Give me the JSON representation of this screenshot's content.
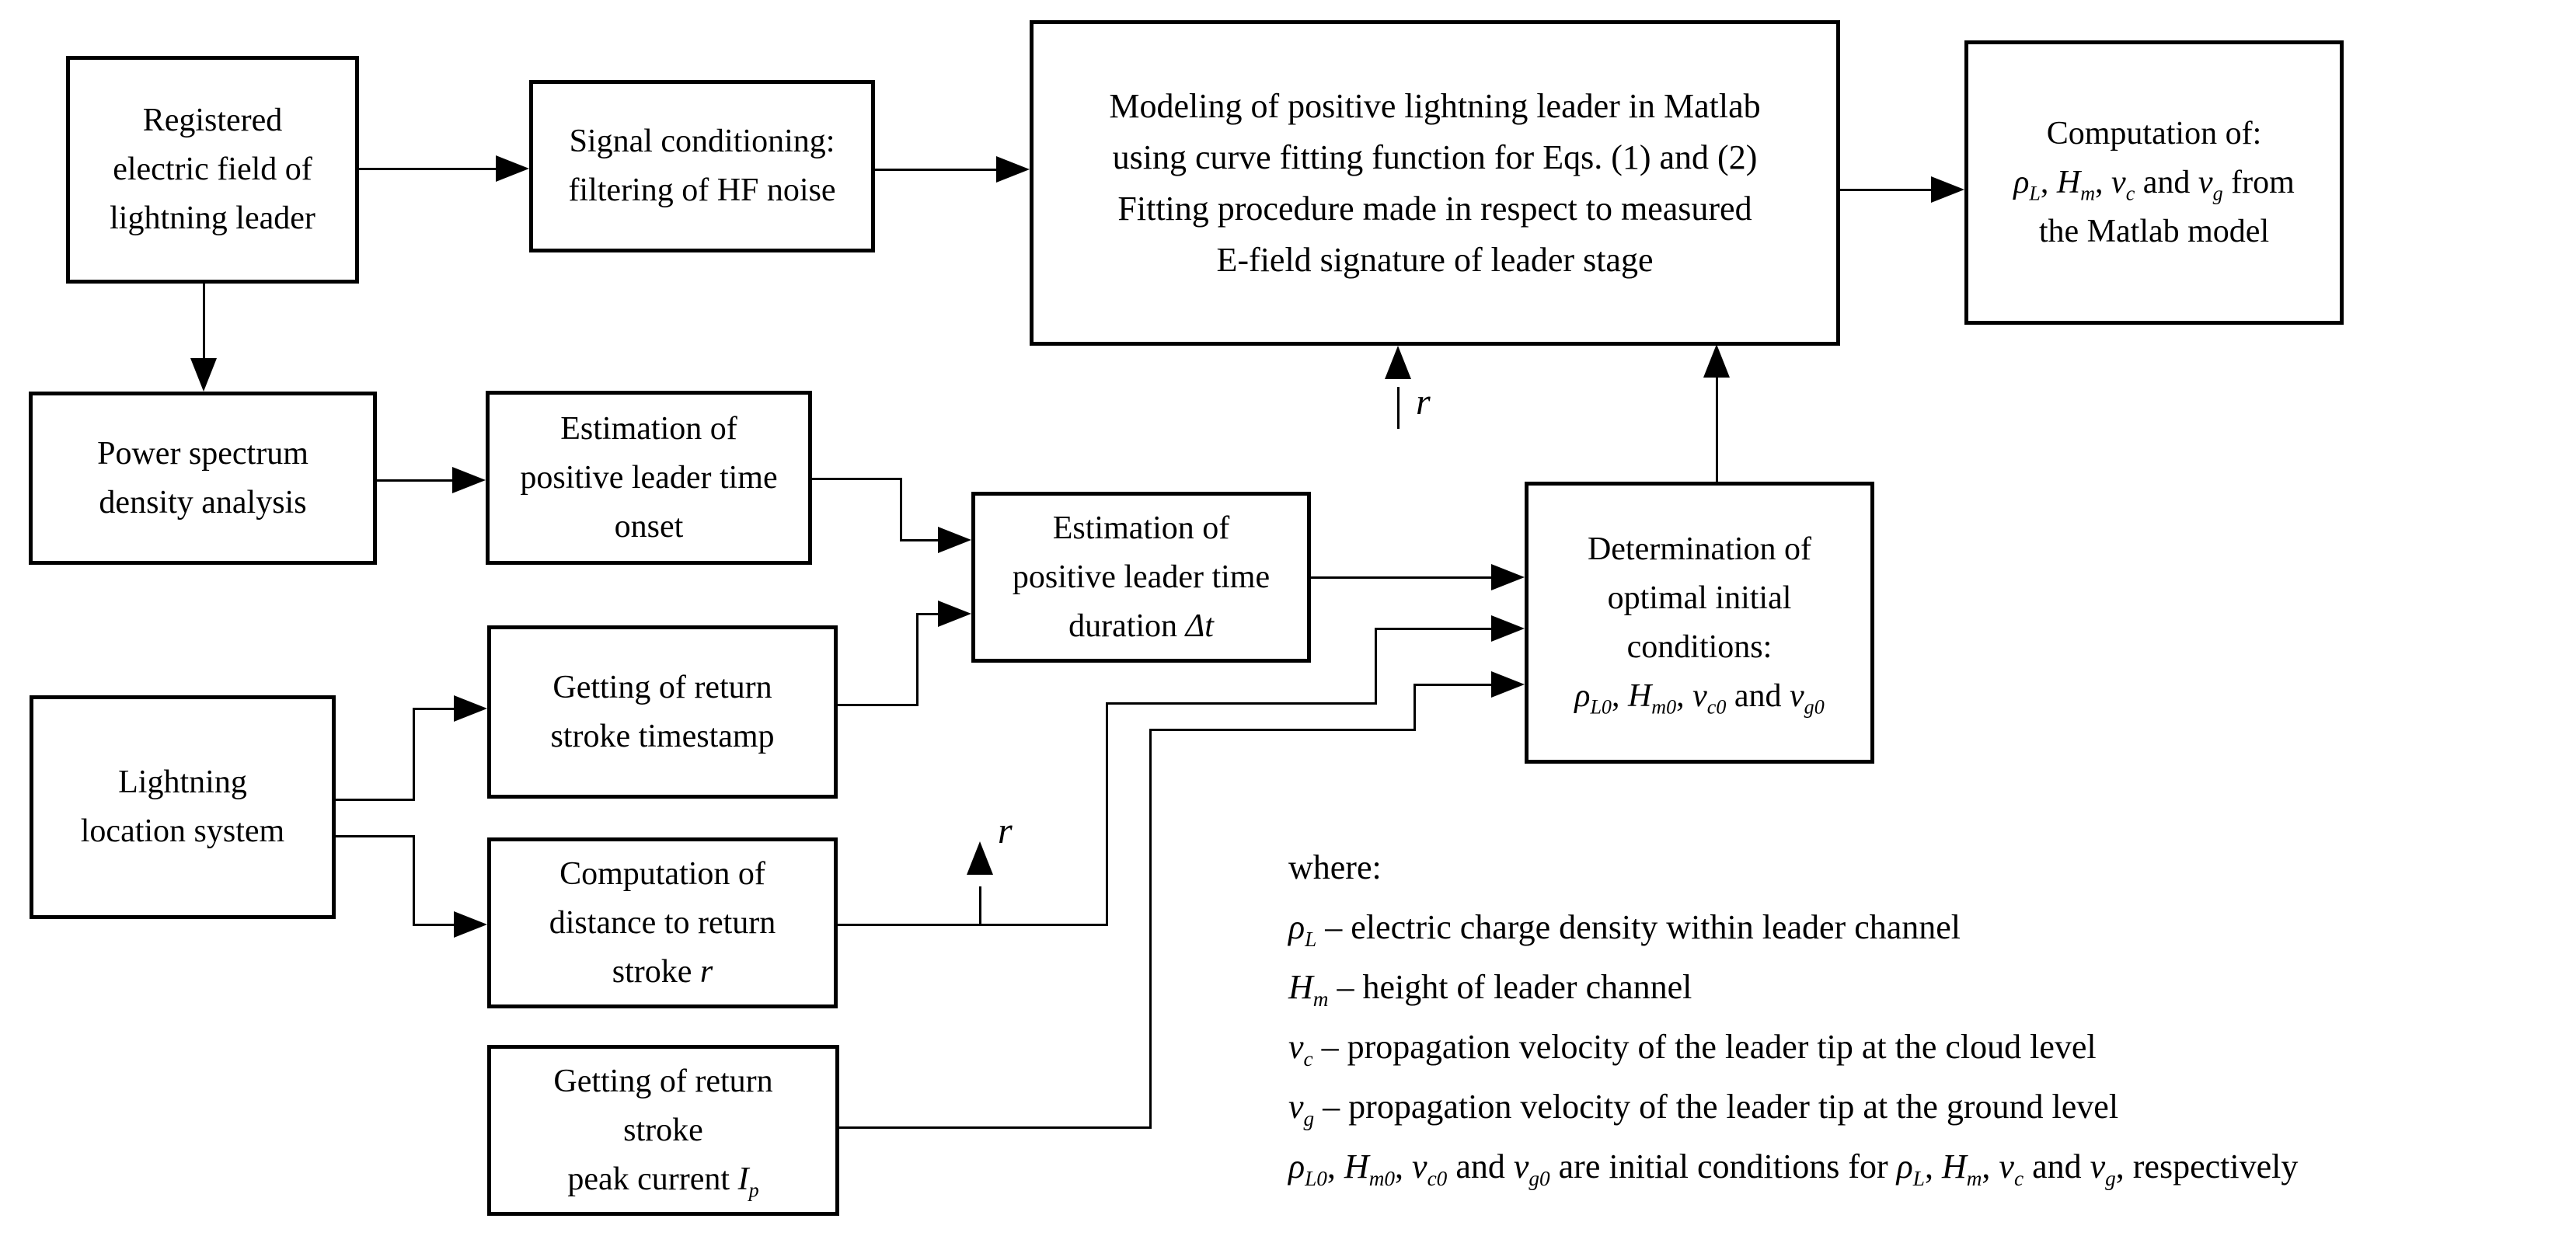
{
  "figure": {
    "background": "#ffffff",
    "line_color": "#000000",
    "description": "Flowchart of positive lightning leader modeling procedure"
  },
  "boxes": {
    "registered": {
      "lines": [
        "Registered",
        "electric field of",
        "lightning leader"
      ]
    },
    "signal": {
      "lines": [
        "Signal conditioning:",
        "filtering of HF noise"
      ]
    },
    "modeling": {
      "lines": [
        "Modeling of positive lightning leader in Matlab",
        "using curve fitting function for Eqs. (1) and (2)",
        "Fitting procedure made in respect to measured",
        "E-field signature of leader stage"
      ]
    },
    "computation": {
      "lines": [
        "Computation of:",
        [
          {
            "i": "ρ"
          },
          {
            "s": "L"
          },
          {
            "n": ", "
          },
          {
            "i": "H"
          },
          {
            "s": "m"
          },
          {
            "n": ", "
          },
          {
            "i": "v"
          },
          {
            "s": "c"
          },
          {
            "n": " and "
          },
          {
            "i": "v"
          },
          {
            "s": "g"
          },
          {
            "n": " from"
          }
        ],
        "the Matlab model"
      ]
    },
    "psd": {
      "lines": [
        "Power spectrum",
        "density analysis"
      ]
    },
    "onset": {
      "lines": [
        "Estimation of",
        "positive leader time",
        "onset"
      ]
    },
    "duration": {
      "lines": [
        "Estimation of",
        "positive leader time",
        [
          {
            "n": "duration "
          },
          {
            "i": "Δt"
          }
        ]
      ]
    },
    "determination": {
      "lines": [
        "Determination of",
        "optimal initial",
        "conditions:",
        [
          {
            "i": "ρ"
          },
          {
            "s": "L0"
          },
          {
            "n": ", "
          },
          {
            "i": "H"
          },
          {
            "s": "m0"
          },
          {
            "n": ", "
          },
          {
            "i": "v"
          },
          {
            "s": "c0"
          },
          {
            "n": " and "
          },
          {
            "i": "v"
          },
          {
            "s": "g0"
          }
        ]
      ]
    },
    "lls": {
      "lines": [
        "Lightning",
        "location system"
      ]
    },
    "timestamp": {
      "lines": [
        "Getting of return",
        "stroke timestamp"
      ]
    },
    "distance": {
      "lines": [
        "Computation of",
        "distance to return",
        [
          {
            "n": "stroke "
          },
          {
            "i": "r"
          }
        ]
      ]
    },
    "peak": {
      "lines": [
        "Getting of return",
        "stroke",
        [
          {
            "n": "peak current "
          },
          {
            "i": "I"
          },
          {
            "s": "p"
          }
        ]
      ]
    }
  },
  "labels": {
    "r_top": [
      {
        "i": "r"
      }
    ],
    "r_mid": [
      {
        "i": "r"
      }
    ]
  },
  "legend": {
    "lines": [
      "where:",
      [
        {
          "i": "ρ"
        },
        {
          "s": "L"
        },
        {
          "n": " – electric charge density within leader channel"
        }
      ],
      [
        {
          "i": "H"
        },
        {
          "s": "m"
        },
        {
          "n": " – height of leader channel"
        }
      ],
      [
        {
          "i": "v"
        },
        {
          "s": "c"
        },
        {
          "n": " – propagation velocity of the leader tip at the cloud level"
        }
      ],
      [
        {
          "i": "v"
        },
        {
          "s": "g"
        },
        {
          "n": " – propagation velocity of the leader tip at the ground level"
        }
      ],
      [
        {
          "i": "ρ"
        },
        {
          "s": "L0"
        },
        {
          "n": ", "
        },
        {
          "i": "H"
        },
        {
          "s": "m0"
        },
        {
          "n": ", "
        },
        {
          "i": "v"
        },
        {
          "s": "c0"
        },
        {
          "n": " and "
        },
        {
          "i": "v"
        },
        {
          "s": "g0"
        },
        {
          "n": "  are initial conditions for "
        },
        {
          "i": "ρ"
        },
        {
          "s": "L"
        },
        {
          "n": ", "
        },
        {
          "i": "H"
        },
        {
          "s": "m"
        },
        {
          "n": ", "
        },
        {
          "i": "v"
        },
        {
          "s": "c"
        },
        {
          "n": " and "
        },
        {
          "i": "v"
        },
        {
          "s": "g"
        },
        {
          "n": ", respectively"
        }
      ]
    ]
  }
}
